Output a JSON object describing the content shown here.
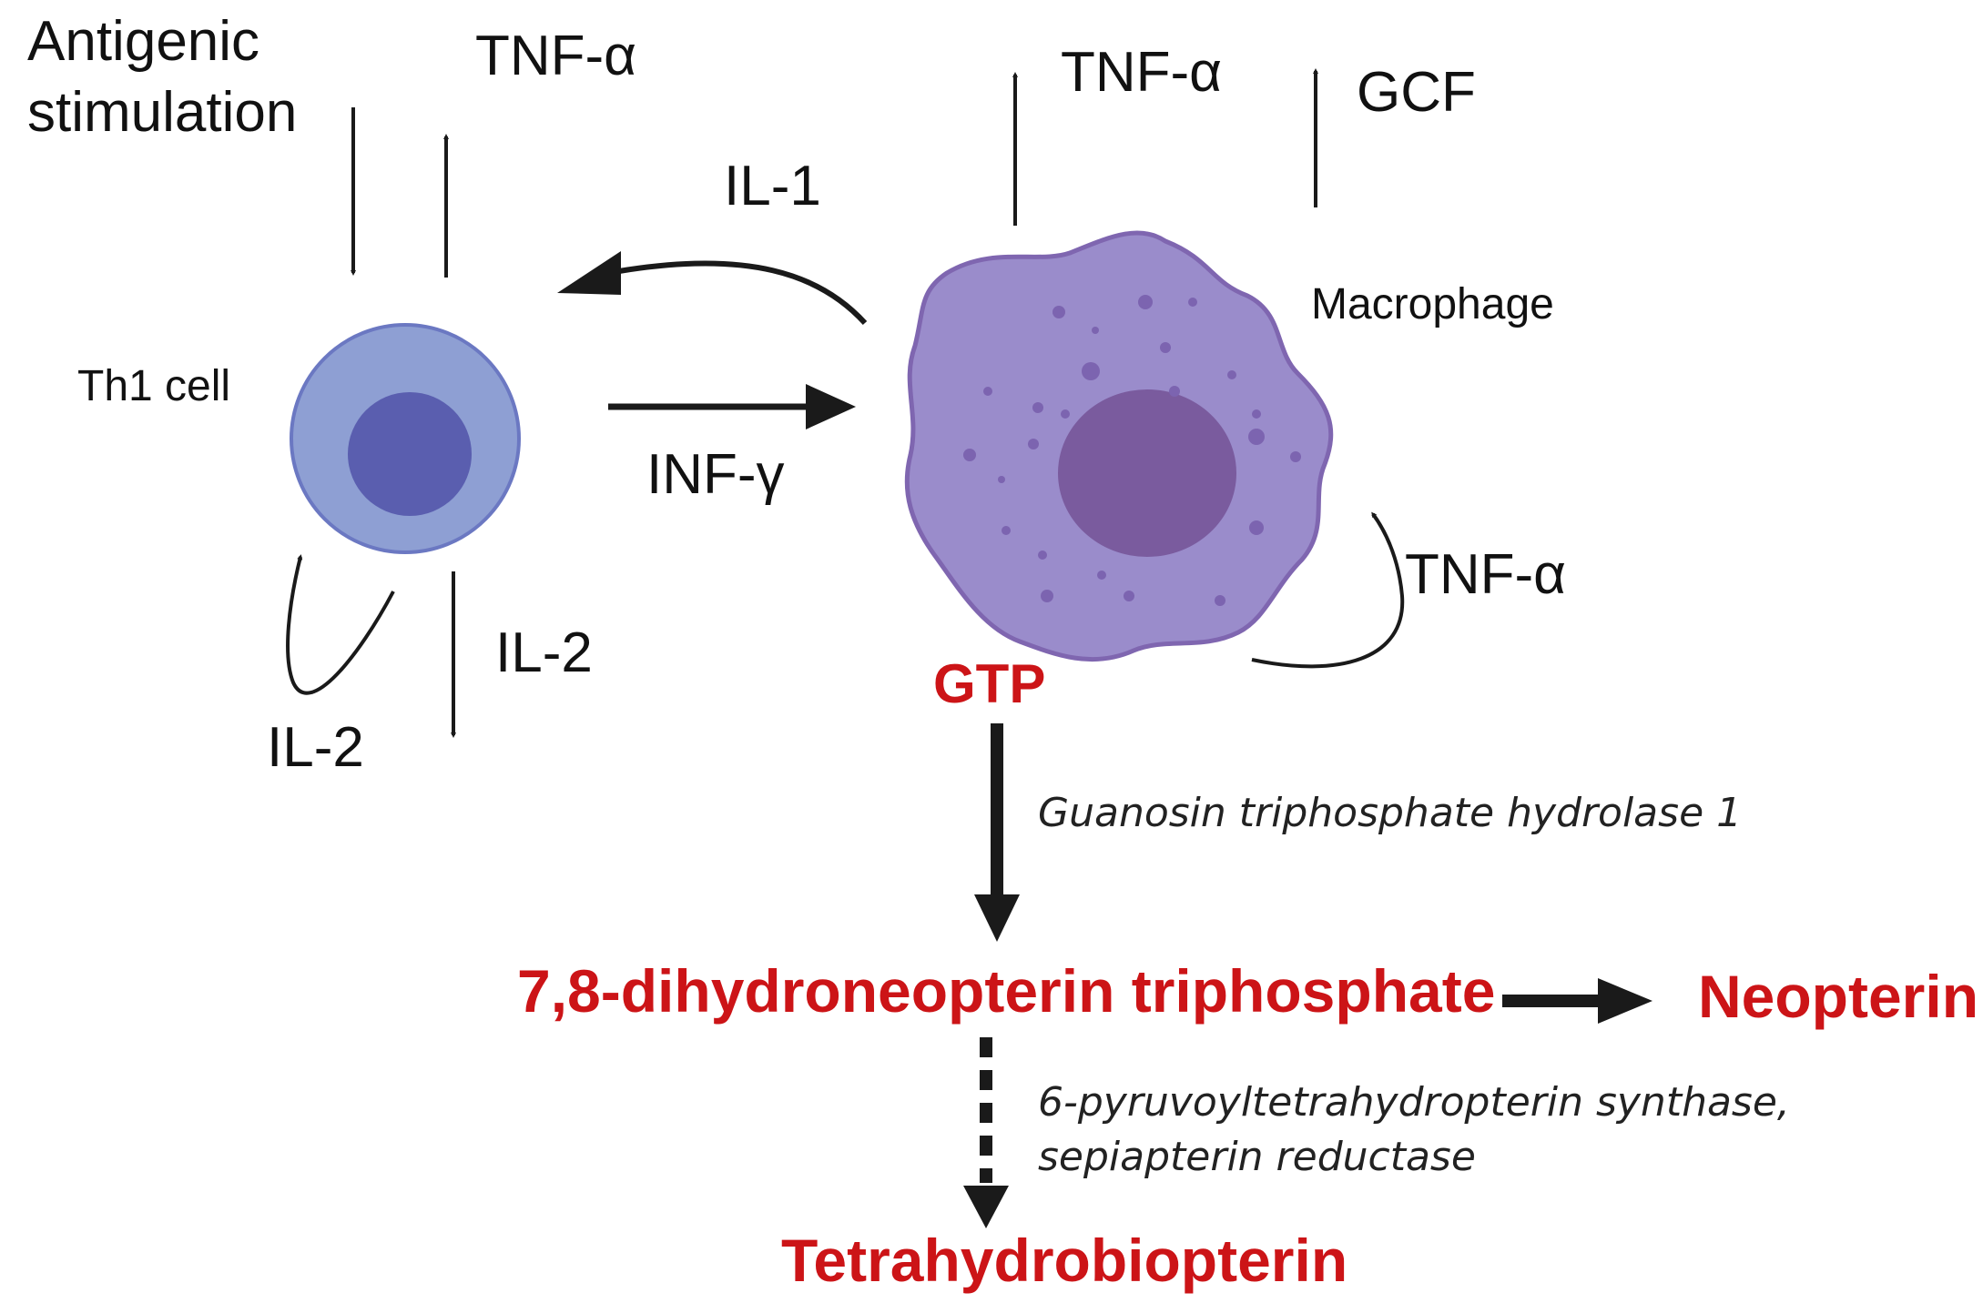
{
  "labels": {
    "antigenic_line1": "Antigenic",
    "antigenic_line2": "stimulation",
    "tnf_th1": "TNF-α",
    "th1_cell": "Th1 cell",
    "il1": "IL-1",
    "inf_gamma": "INF-γ",
    "il2_down": "IL-2",
    "il2_loop": "IL-2",
    "tnf_macro_top": "TNF-α",
    "gcf": "GCF",
    "macrophage": "Macrophage",
    "tnf_macro_loop": "TNF-α",
    "gtp": "GTP",
    "enzyme1": "Guanosin triphosphate hydrolase 1",
    "dihydroneopterin": "7,8-dihydroneopterin triphosphate",
    "neopterin": "Neopterin",
    "enzyme2_line1": "6-pyruvoyltetrahydropterin synthase,",
    "enzyme2_line2": "sepiapterin reductase",
    "tetrahydrobiopterin": "Tetrahydrobiopterin"
  },
  "colors": {
    "product_red": "#cc1417",
    "th1_outer": "#8e9fd3",
    "th1_inner": "#5a5eaf",
    "macrophage_body": "#9a8ccb",
    "macrophage_nucleus": "#7a5b9e"
  }
}
